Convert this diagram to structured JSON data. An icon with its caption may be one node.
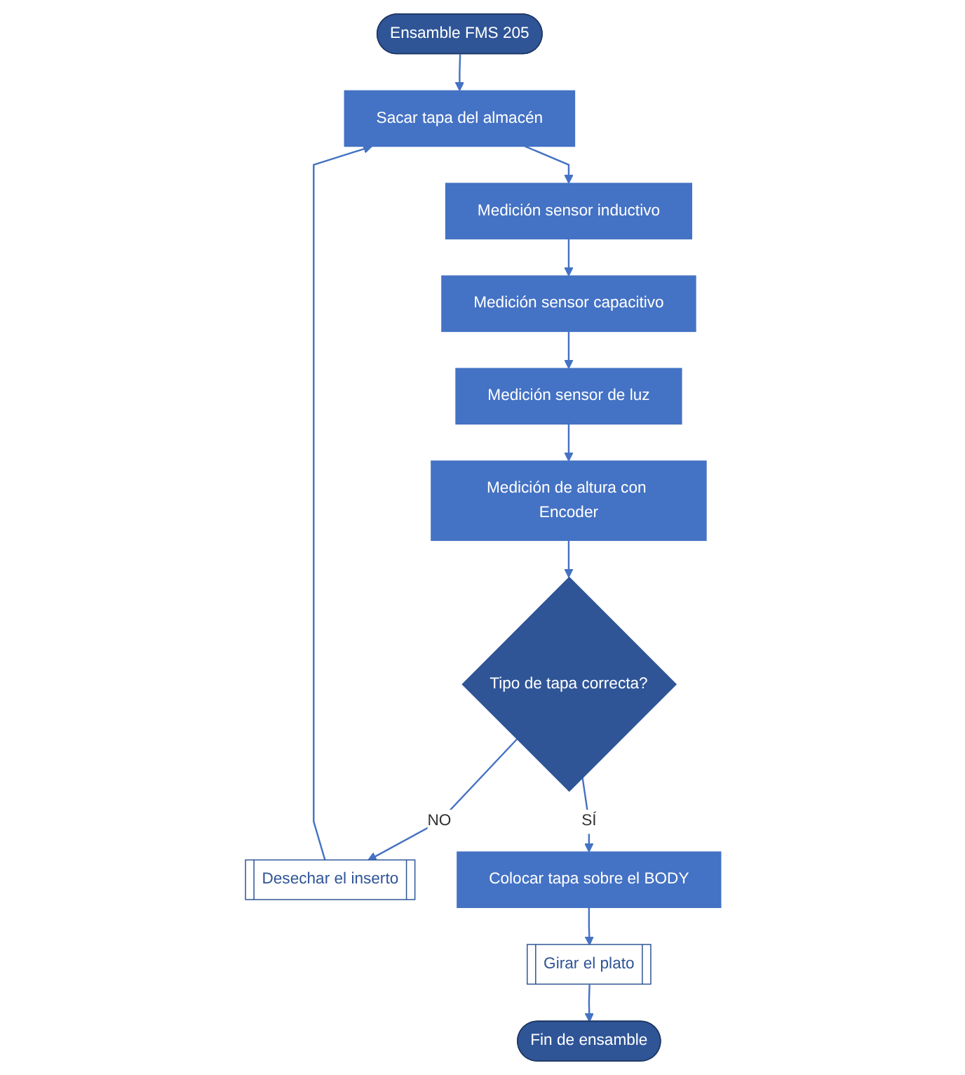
{
  "diagram": {
    "nodes": [
      {
        "text": [
          "Ensamble FMS 205"
        ]
      },
      {
        "text": [
          "Sacar tapa del almacén"
        ]
      },
      {
        "text": [
          "Medición sensor inductivo"
        ]
      },
      {
        "text": [
          "Medición sensor capacitivo"
        ]
      },
      {
        "text": [
          "Medición sensor de luz"
        ]
      },
      {
        "text": [
          "Medición de altura con Encoder"
        ]
      },
      {
        "text": [
          "Tipo de tapa correcta?"
        ]
      },
      {
        "text": [
          "Desechar el inserto"
        ]
      },
      {
        "text": [
          "Colocar tapa sobre el BODY"
        ]
      },
      {
        "text": [
          "Girar el plato"
        ]
      },
      {
        "text": [
          "Fin de ensamble"
        ]
      }
    ],
    "edges": [
      {
        "from": 0,
        "to": 1,
        "arrow": "to"
      },
      {
        "from": 1,
        "to": 2,
        "arrow": "to"
      },
      {
        "from": 2,
        "to": 3,
        "arrow": "to"
      },
      {
        "from": 3,
        "to": 4,
        "arrow": "to"
      },
      {
        "from": 4,
        "to": 5,
        "arrow": "to"
      },
      {
        "from": 5,
        "to": 6,
        "arrow": "to"
      },
      {
        "from": 6,
        "to": 7,
        "arrow": "to",
        "label": "NO"
      },
      {
        "from": 7,
        "to": 1,
        "arrow": "to"
      },
      {
        "from": 6,
        "to": 8,
        "arrow": "to",
        "label": "SÍ"
      },
      {
        "from": 8,
        "to": 9,
        "arrow": "to"
      },
      {
        "from": 9,
        "to": 10,
        "arrow": "to"
      }
    ]
  }
}
